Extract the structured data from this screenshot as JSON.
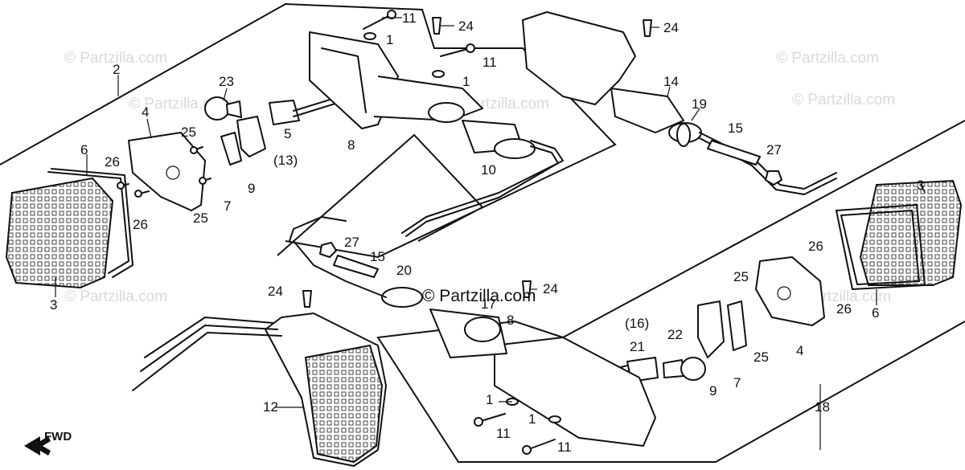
{
  "watermarks": [
    "© Partzilla.com",
    "© Partzilla.com",
    "© Partzilla.com",
    "© Partzilla.com",
    "© Partzilla.com",
    "© Partzilla.com",
    "© Partzilla.com"
  ],
  "center_watermark": "© Partzilla.com",
  "direction_label": "FWD",
  "callouts": {
    "c2": "2",
    "c4": "4",
    "c6": "6",
    "c26a": "26",
    "c26b": "26",
    "c25a": "25",
    "c25b": "25",
    "c3a": "3",
    "c23": "23",
    "c5": "5",
    "c13": "(13)",
    "c7a": "7",
    "c9a": "9",
    "c8a": "8",
    "c11a": "11",
    "c1a": "1",
    "c24a": "24",
    "c11b": "11",
    "c1b": "1",
    "c10": "10",
    "c24b": "24",
    "c14": "14",
    "c19": "19",
    "c15a": "15",
    "c27a": "27",
    "c3b": "3",
    "c26c": "26",
    "c26d": "26",
    "c25c": "25",
    "c25d": "25",
    "c6b": "6",
    "c4b": "4",
    "c7b": "7",
    "c9b": "9",
    "c18": "18",
    "c22": "22",
    "c21": "21",
    "c16": "(16)",
    "c17": "17",
    "c8b": "8",
    "c24c": "24",
    "c20": "20",
    "c15b": "15",
    "c27b": "27",
    "c24d": "24",
    "c12": "12",
    "c1c": "1",
    "c11c": "11",
    "c1d": "1",
    "c11d": "11"
  }
}
